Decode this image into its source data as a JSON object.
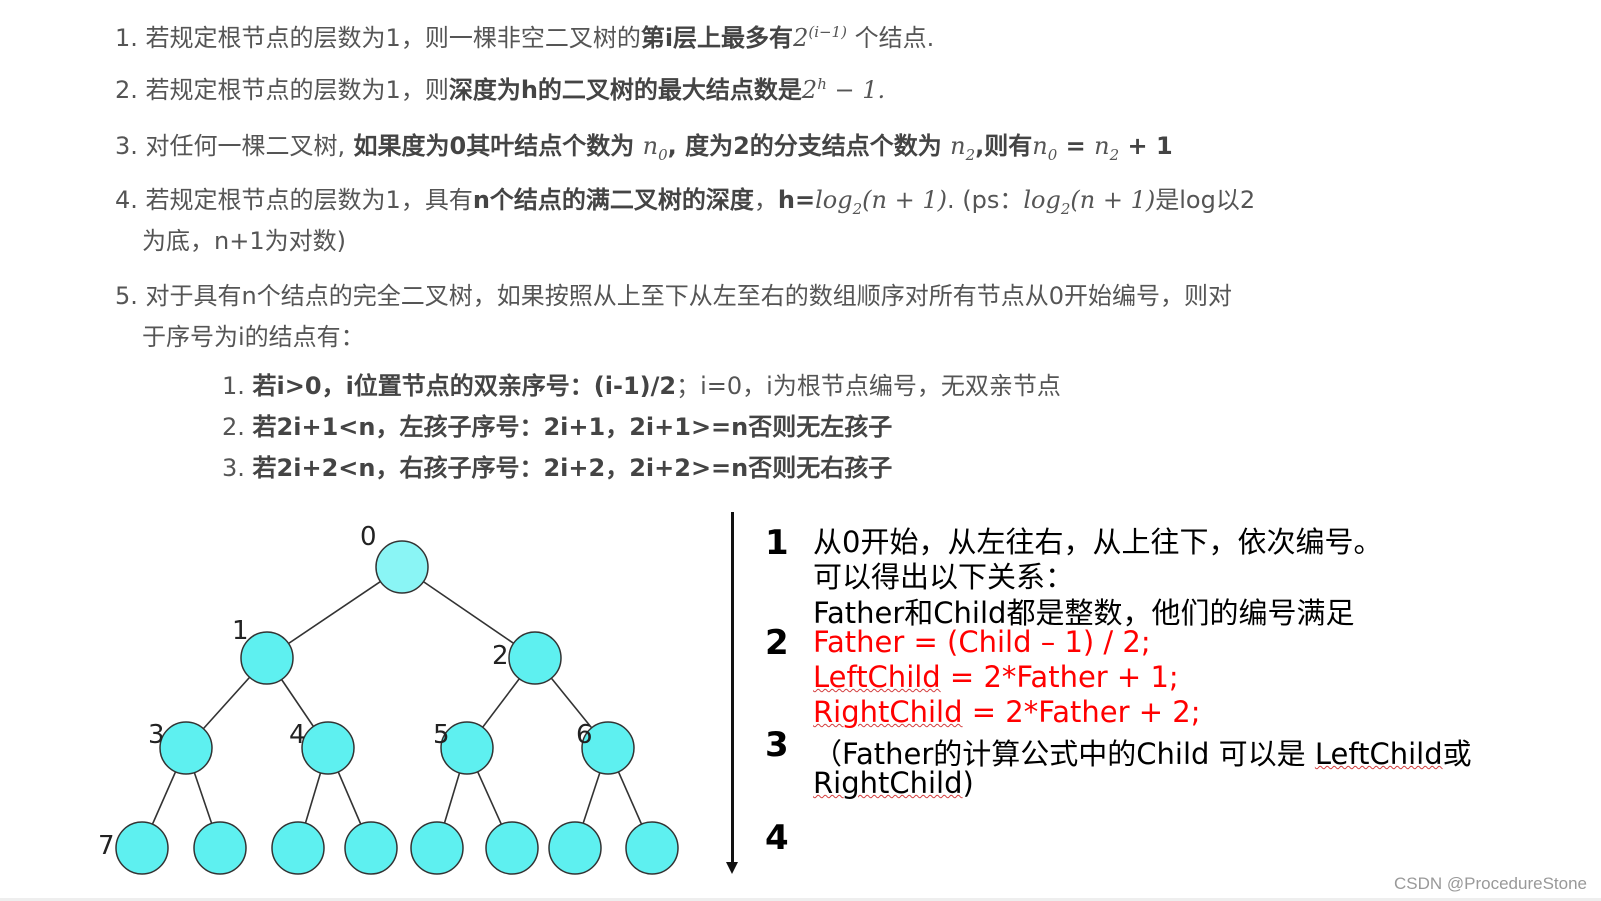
{
  "rules": {
    "r1": {
      "num": "1.",
      "pre": "若规定根节点的层数为1，则一棵非空二叉树的",
      "bold": "第i层上最多有",
      "base": "2",
      "exp": "(i−1)",
      "post": " 个结点."
    },
    "r2": {
      "num": "2.",
      "pre": "若规定根节点的层数为1，则",
      "bold": "深度为h的二叉树的最大结点数是",
      "base": "2",
      "exp": "h",
      "post": " − 1."
    },
    "r3": {
      "num": "3.",
      "pre": "对任何一棵二叉树,",
      "bold1": " 如果度为0其叶结点个数为 ",
      "n0": "n",
      "n0_sub": "0",
      "bold2": ", 度为2的分支结点个数为 ",
      "n2": "n",
      "n2_sub": "2",
      "bold3": ",则有",
      "eq_n0": "n",
      "eq_n0_sub": "0",
      "eq_mid": " = ",
      "eq_n2": "n",
      "eq_n2_sub": "2",
      "eq_end": " + 1"
    },
    "r4": {
      "num": "4.",
      "pre": "若规定根节点的层数为1，具有",
      "bold": "n个结点的满二叉树的深度",
      "comma": "，",
      "hlabel": "h=",
      "log": "log",
      "log_sub": "2",
      "arg": "(n + 1)",
      "ps": ". (ps：",
      "log2": "log",
      "log2_sub": "2",
      "arg2": "(n + 1)",
      "tail": "是log以2",
      "cont": "为底，n+1为对数)"
    },
    "r5": {
      "num": "5.",
      "text": "对于具有n个结点的完全二叉树，如果按照从上至下从左至右的数组顺序对所有节点从0开始编号，则对",
      "cont": "于序号为i的结点有："
    },
    "sub": [
      {
        "num": "1.",
        "bold": "若i>0，i位置节点的双亲序号：(i-1)/2",
        "normal": "；i=0，i为根节点编号，无双亲节点"
      },
      {
        "num": "2.",
        "bold": "若2i+1<n，左孩子序号：2i+1，2i+1>=n否则无左孩子",
        "normal": ""
      },
      {
        "num": "3.",
        "bold": "若2i+2<n，右孩子序号：2i+2，2i+2>=n否则无右孩子",
        "normal": ""
      }
    ]
  },
  "tree": {
    "node_color": "#5ef0f0",
    "root_color": "#8af5f5",
    "stroke_color": "#333333",
    "nodes": [
      {
        "label": "0"
      },
      {
        "label": "1"
      },
      {
        "label": "2"
      },
      {
        "label": "3"
      },
      {
        "label": "4"
      },
      {
        "label": "5"
      },
      {
        "label": "6"
      },
      {
        "label": "7"
      },
      {
        "label": ""
      },
      {
        "label": ""
      },
      {
        "label": ""
      },
      {
        "label": ""
      },
      {
        "label": ""
      },
      {
        "label": ""
      },
      {
        "label": ""
      }
    ]
  },
  "right_panel": {
    "markers": [
      "1",
      "2",
      "3",
      "4"
    ],
    "line1": "从0开始，从左往右，从上往下，依次编号。",
    "line2": "可以得出以下关系：",
    "line3": "Father和Child都是整数，他们的编号满足",
    "line4": "Father = (Child – 1) / 2;",
    "line5_word": "LeftChild",
    "line5_rest": " = 2*Father + 1;",
    "line6_word": "RightChild",
    "line6_rest": " = 2*Father + 2;",
    "line7_pre": "（Father的计算公式中的Child 可以是 ",
    "line7_word": "LeftChild",
    "line7_post": "或",
    "line8_word": "RightChild",
    "line8_post": ")"
  },
  "watermark": "CSDN @ProcedureStone"
}
